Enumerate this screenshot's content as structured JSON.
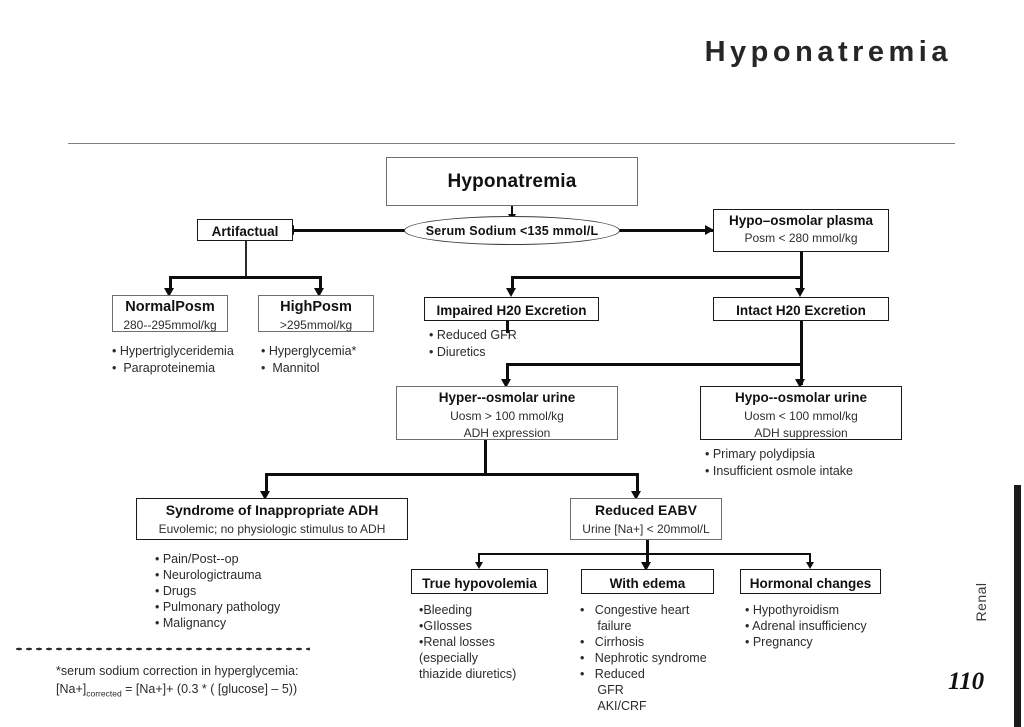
{
  "slide": {
    "title": "Hyponatremia",
    "section_label": "Renal",
    "page_number": "110"
  },
  "nodes": {
    "root": {
      "title": "Hyponatremia"
    },
    "decision": {
      "label": "Serum Sodium <135 mmol/L"
    },
    "artifactual": {
      "title": "Artifactual"
    },
    "hypo_plasma": {
      "title": "Hypo–osmolar plasma",
      "sub": "Posm < 280 mmol/kg"
    },
    "normal_posm": {
      "title": "NormalPosm",
      "sub": "280--295mmol/kg"
    },
    "high_posm": {
      "title": "HighPosm",
      "sub": ">295mmol/kg"
    },
    "impaired_h20": {
      "title": "Impaired H20 Excretion"
    },
    "intact_h20": {
      "title": "Intact H20 Excretion"
    },
    "hyper_urine": {
      "title": "Hyper--osmolar urine",
      "sub1": "Uosm > 100 mmol/kg",
      "sub2": "ADH expression"
    },
    "hypo_urine": {
      "title": "Hypo--osmolar urine",
      "sub1": "Uosm < 100 mmol/kg",
      "sub2": "ADH suppression"
    },
    "siadh": {
      "title": "Syndrome of Inappropriate ADH",
      "sub": "Euvolemic; no physiologic stimulus to ADH"
    },
    "reduced_eabv": {
      "title": "Reduced EABV",
      "sub": "Urine [Na+] < 20mmol/L"
    },
    "true_hypovolemia": {
      "title": "True hypovolemia"
    },
    "with_edema": {
      "title": "With edema"
    },
    "hormonal": {
      "title": "Hormonal changes"
    }
  },
  "lists": {
    "normal_posm_causes": [
      "• Hypertriglyceridemia",
      "•  Paraproteinemia"
    ],
    "high_posm_causes": [
      "• Hyperglycemia*",
      "•  Mannitol"
    ],
    "impaired_h20_causes": [
      "• Reduced GFR",
      "• Diuretics"
    ],
    "hypo_urine_causes": [
      "• Primary polydipsia",
      "• Insufficient osmole intake"
    ],
    "siadh_causes": [
      "• Pain/Post--op",
      "• Neurologictrauma",
      "• Drugs",
      "• Pulmonary pathology",
      "• Malignancy"
    ],
    "hypovolemia_causes": [
      "•Bleeding",
      "•GIlosses",
      "•Renal losses",
      "(especially",
      "thiazide diuretics)"
    ],
    "edema_causes": [
      "•   Congestive heart",
      "     failure",
      "•   Cirrhosis",
      "•   Nephrotic syndrome",
      "•   Reduced",
      "     GFR",
      "     AKI/CRF"
    ],
    "hormonal_causes": [
      "• Hypothyroidism",
      "• Adrenal insufficiency",
      "• Pregnancy"
    ]
  },
  "footnote": {
    "line1": "*serum sodium correction in hyperglycemia:",
    "formula_prefix": "[Na+]",
    "formula_sub": "corrected",
    "formula_rest": " = [Na+]+ (0.3 * ( [glucose] – 5))"
  },
  "colors": {
    "ink": "#111111",
    "rule": "#808080",
    "connector": "#0d0d0d",
    "page_bg": "#ffffff"
  }
}
